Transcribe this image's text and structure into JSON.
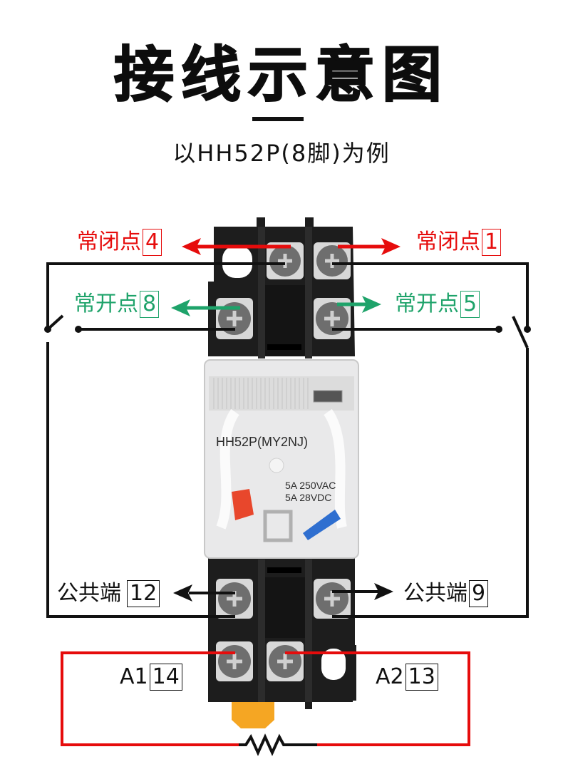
{
  "header": {
    "title": "接线示意图",
    "subtitle": "以HH52P(8脚)为例"
  },
  "relay": {
    "model": "HH52P(MY2NJ)",
    "rating_ac": "5A 250VAC",
    "rating_dc": "5A 28VDC",
    "terminal_numbers": [
      "8",
      "5",
      "12",
      "9",
      "14",
      "13"
    ]
  },
  "labels": {
    "nc_left": {
      "text": "常闭点",
      "pin": "4"
    },
    "nc_right": {
      "text": "常闭点",
      "pin": "1"
    },
    "no_left": {
      "text": "常开点",
      "pin": "8"
    },
    "no_right": {
      "text": "常开点",
      "pin": "5"
    },
    "com_left": {
      "text": "公共端",
      "pin": "12"
    },
    "com_right": {
      "text": "公共端",
      "pin": "9"
    },
    "coil_a1": {
      "text": "A1",
      "pin": "14"
    },
    "coil_a2": {
      "text": "A2",
      "pin": "13"
    }
  },
  "colors": {
    "normally_closed": "#e60c0c",
    "normally_open": "#1ea36a",
    "common": "#111111",
    "coil_circuit": "#e60c0c"
  }
}
